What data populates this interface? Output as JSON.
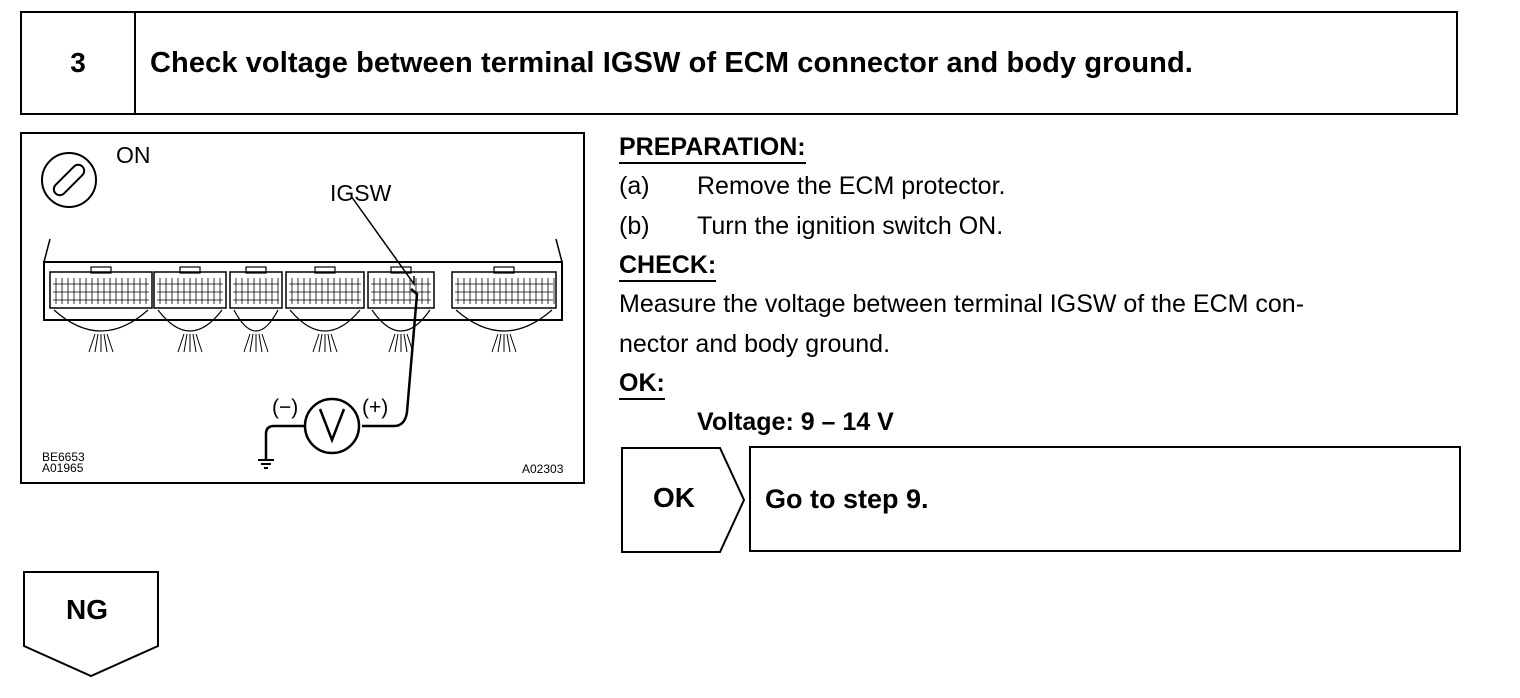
{
  "step": {
    "number": "3",
    "title": "Check voltage between terminal IGSW of ECM connector and body ground."
  },
  "figure": {
    "ignition_label": "ON",
    "terminal_label": "IGSW",
    "minus_label": "(−)",
    "plus_label": "(+)",
    "meter_symbol": "V",
    "codes_left": [
      "BE6653",
      "A01965"
    ],
    "code_right": "A02303",
    "icons": [
      "ignition-key-icon",
      "ecm-connector-icon",
      "voltmeter-icon",
      "ground-icon"
    ]
  },
  "instructions": {
    "preparation_heading": "PREPARATION:",
    "steps": [
      {
        "label": "(a)",
        "text": "Remove the ECM protector."
      },
      {
        "label": "(b)",
        "text": "Turn the ignition switch ON."
      }
    ],
    "check_heading": "CHECK:",
    "check_lines": [
      "Measure the voltage between terminal IGSW of the ECM con-",
      "nector and body ground."
    ],
    "ok_heading": "OK:",
    "ok_spec": "Voltage: 9 – 14 V"
  },
  "results": {
    "ok_label": "OK",
    "ok_action": "Go to step 9.",
    "ng_label": "NG"
  }
}
